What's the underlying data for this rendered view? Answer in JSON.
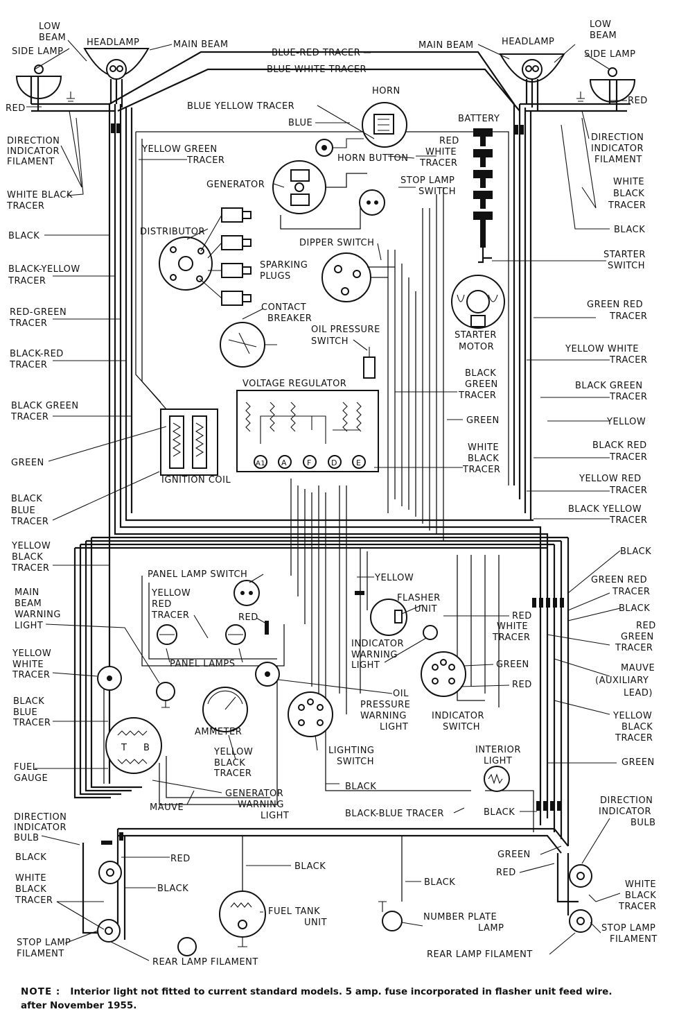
{
  "labels": {
    "low_beam_l": "LOW",
    "low_beam_l2": "BEAM",
    "headlamp_l": "HEADLAMP",
    "side_lamp_l": "SIDE LAMP",
    "main_beam_l": "MAIN BEAM",
    "blue_red_tracer": "BLUE-RED TRACER",
    "blue_white_tracer": "BLUE-WHITE TRACER",
    "main_beam_r": "MAIN BEAM",
    "headlamp_r": "HEADLAMP",
    "low_beam_r": "LOW",
    "low_beam_r2": "BEAM",
    "side_lamp_r": "SIDE LAMP",
    "red_l": "RED",
    "red_r": "RED",
    "horn": "HORN",
    "blue_yellow_tracer": "BLUE YELLOW TRACER",
    "blue": "BLUE",
    "horn_button": "HORN BUTTON",
    "battery": "BATTERY",
    "dir_ind_fil_l1": "DIRECTION",
    "dir_ind_fil_l2": "INDICATOR",
    "dir_ind_fil_l3": "FILAMENT",
    "dir_ind_fil_r1": "DIRECTION",
    "dir_ind_fil_r2": "INDICATOR",
    "dir_ind_fil_r3": "FILAMENT",
    "yellow_green_tracer1": "YELLOW GREEN",
    "yellow_green_tracer2": "TRACER",
    "red_white_tracer1": "RED",
    "red_white_tracer2": "WHITE",
    "red_white_tracer3": "TRACER",
    "generator": "GENERATOR",
    "stop_lamp_switch1": "STOP LAMP",
    "stop_lamp_switch2": "SWITCH",
    "white_black_tracer_l1": "WHITE BLACK",
    "white_black_tracer_l2": "TRACER",
    "white_black_tracer_r1": "WHITE",
    "white_black_tracer_r2": "BLACK",
    "white_black_tracer_r3": "TRACER",
    "black_l1": "BLACK",
    "black_r1": "BLACK",
    "distributor": "DISTRIBUTOR",
    "dipper_switch": "DIPPER SWITCH",
    "black_yellow_tracer_l1": "BLACK-YELLOW",
    "black_yellow_tracer_l2": "TRACER",
    "sparking_plugs1": "SPARKING",
    "sparking_plugs2": "PLUGS",
    "starter_switch1": "STARTER",
    "starter_switch2": "SWITCH",
    "red_green_tracer1": "RED-GREEN",
    "red_green_tracer2": "TRACER",
    "contact_breaker1": "CONTACT",
    "contact_breaker2": "BREAKER",
    "green_red_tracer_r1": "GREEN RED",
    "green_red_tracer_r2": "TRACER",
    "oil_pressure_switch1": "OIL PRESSURE",
    "oil_pressure_switch2": "SWITCH",
    "starter_motor1": "STARTER",
    "starter_motor2": "MOTOR",
    "black_red_tracer_l1": "BLACK-RED",
    "black_red_tracer_l2": "TRACER",
    "yellow_white_tracer_r1": "YELLOW WHITE",
    "yellow_white_tracer_r2": "TRACER",
    "black_green_tracer_m1": "BLACK",
    "black_green_tracer_m2": "GREEN",
    "black_green_tracer_m3": "TRACER",
    "voltage_regulator": "VOLTAGE REGULATOR",
    "black_green_tracer_r1": "BLACK GREEN",
    "black_green_tracer_r2": "TRACER",
    "black_green_tracer_l1": "BLACK GREEN",
    "black_green_tracer_l2": "TRACER",
    "green_m": "GREEN",
    "yellow_r": "YELLOW",
    "green_l": "GREEN",
    "white_black_tracer_m1": "WHITE",
    "white_black_tracer_m2": "BLACK",
    "white_black_tracer_m3": "TRACER",
    "black_red_tracer_r1": "BLACK RED",
    "black_red_tracer_r2": "TRACER",
    "reg_a1": "A1",
    "reg_a": "A",
    "reg_f": "F",
    "reg_d": "D",
    "reg_e": "E",
    "ignition_coil": "IGNITION COIL",
    "yellow_red_tracer_r1": "YELLOW RED",
    "yellow_red_tracer_r2": "TRACER",
    "black_blue_tracer_l1": "BLACK",
    "black_blue_tracer_l2": "BLUE",
    "black_blue_tracer_l3": "TRACER",
    "black_yellow_tracer_r1": "BLACK YELLOW",
    "black_yellow_tracer_r2": "TRACER",
    "yellow_black_tracer_l1": "YELLOW",
    "yellow_black_tracer_l2": "BLACK",
    "yellow_black_tracer_l3": "TRACER",
    "black_r2": "BLACK",
    "panel_lamp_switch": "PANEL LAMP SWITCH",
    "yellow_m": "YELLOW",
    "green_red_tracer_r3": "GREEN RED",
    "green_red_tracer_r4": "TRACER",
    "main_beam_warning1": "MAIN",
    "main_beam_warning2": "BEAM",
    "main_beam_warning3": "WARNING",
    "main_beam_warning4": "LIGHT",
    "yellow_red_tracer_m1": "YELLOW",
    "yellow_red_tracer_m2": "RED",
    "yellow_red_tracer_m3": "TRACER",
    "flasher_unit1": "FLASHER",
    "flasher_unit2": "UNIT",
    "black_r3": "BLACK",
    "red_m1": "RED",
    "red_white_tracer_m1": "RED",
    "red_white_tracer_m2": "WHITE",
    "red_white_tracer_m3": "TRACER",
    "red_green_tracer_r1": "RED",
    "red_green_tracer_r2": "GREEN",
    "red_green_tracer_r3": "TRACER",
    "indicator_warning1": "INDICATOR",
    "indicator_warning2": "WARNING",
    "indicator_warning3": "LIGHT",
    "panel_lamps": "PANEL LAMPS",
    "green_m2": "GREEN",
    "yellow_white_tracer_l1": "YELLOW",
    "yellow_white_tracer_l2": "WHITE",
    "yellow_white_tracer_l3": "TRACER",
    "mauve_aux1": "MAUVE",
    "mauve_aux2": "(AUXILIARY",
    "mauve_aux3": "LEAD)",
    "red_m2": "RED",
    "oil_pressure_warning1": "OIL",
    "oil_pressure_warning2": "PRESSURE",
    "oil_pressure_warning3": "WARNING",
    "oil_pressure_warning4": "LIGHT",
    "black_blue_tracer_l4": "BLACK",
    "black_blue_tracer_l5": "BLUE",
    "black_blue_tracer_l6": "TRACER",
    "indicator_switch1": "INDICATOR",
    "indicator_switch2": "SWITCH",
    "ammeter": "AMMETER",
    "yellow_black_tracer_r1": "YELLOW",
    "yellow_black_tracer_r2": "BLACK",
    "yellow_black_tracer_r3": "TRACER",
    "yellow_black_tracer_m1": "YELLOW",
    "yellow_black_tracer_m2": "BLACK",
    "yellow_black_tracer_m3": "TRACER",
    "lighting_switch1": "LIGHTING",
    "lighting_switch2": "SWITCH",
    "interior_light1": "INTERIOR",
    "interior_light2": "LIGHT",
    "fuel_gauge1": "FUEL",
    "fuel_gauge2": "GAUGE",
    "green_r": "GREEN",
    "black_m": "BLACK",
    "generator_warning1": "GENERATOR",
    "generator_warning2": "WARNING",
    "generator_warning3": "LIGHT",
    "mauve": "MAUVE",
    "direction_indicator_bulb_r1": "DIRECTION",
    "direction_indicator_bulb_r2": "INDICATOR",
    "direction_indicator_bulb_r3": "BULB",
    "black_blue_tracer_b": "BLACK-BLUE TRACER",
    "black_b": "BLACK",
    "direction_indicator_bulb_l1": "DIRECTION",
    "direction_indicator_bulb_l2": "INDICATOR",
    "direction_indicator_bulb_l3": "BULB",
    "black_bl": "BLACK",
    "red_bl": "RED",
    "black_bm": "BLACK",
    "green_b": "GREEN",
    "red_b": "RED",
    "white_black_tracer_b1": "WHITE",
    "white_black_tracer_b2": "BLACK",
    "white_black_tracer_b3": "TRACER",
    "black_b2": "BLACK",
    "black_b3": "BLACK",
    "white_black_tracer_br1": "WHITE",
    "white_black_tracer_br2": "BLACK",
    "white_black_tracer_br3": "TRACER",
    "fuel_tank_unit1": "FUEL TANK",
    "fuel_tank_unit2": "UNIT",
    "number_plate_lamp1": "NUMBER PLATE",
    "number_plate_lamp2": "LAMP",
    "stop_lamp_filament_l1": "STOP LAMP",
    "stop_lamp_filament_l2": "FILAMENT",
    "stop_lamp_filament_r1": "STOP LAMP",
    "stop_lamp_filament_r2": "FILAMENT",
    "rear_lamp_filament_l": "REAR LAMP FILAMENT",
    "rear_lamp_filament_r": "REAR LAMP FILAMENT",
    "gauge_t": "T",
    "gauge_b": "B"
  },
  "note": {
    "label": "NOTE :",
    "text": "Interior light not fitted to current standard models.   5 amp. fuse incorporated in flasher unit feed wire.",
    "text2": "after November 1955."
  }
}
